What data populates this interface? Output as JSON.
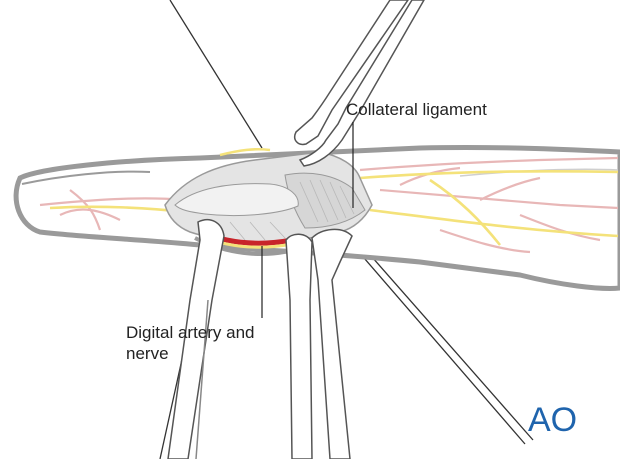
{
  "labels": {
    "collateral_ligament": "Collateral ligament",
    "digital_artery_line1": "Digital artery and",
    "digital_artery_line2": "nerve"
  },
  "logo": {
    "text": "AO",
    "color": "#1f64ad"
  },
  "colors": {
    "outline": "#9a9a9a",
    "skin_fill": "#ececec",
    "vessel": "#e8b7b7",
    "nerve": "#f4e27a",
    "artery": "#c8242a",
    "tissue": "#dcdcdc",
    "instrument": "#ffffff",
    "line": "#333333"
  }
}
